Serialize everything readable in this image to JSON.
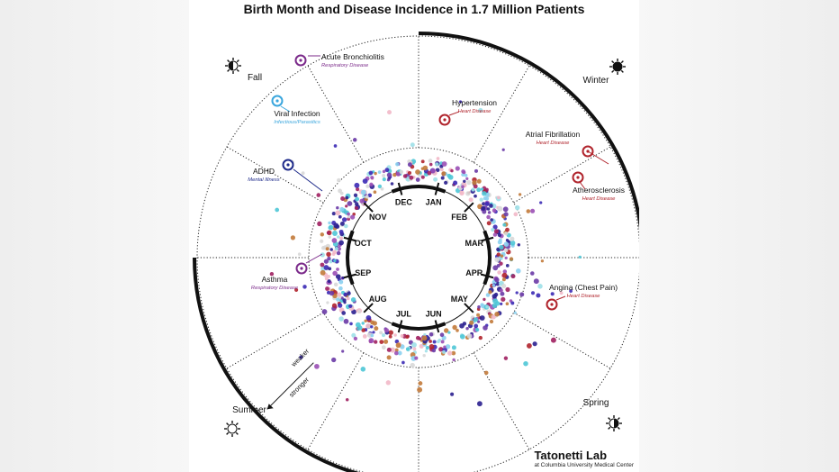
{
  "title": "Birth Month and Disease Incidence in 1.7 Million Patients",
  "months": [
    "JAN",
    "FEB",
    "MAR",
    "APR",
    "MAY",
    "JUN",
    "JUL",
    "AUG",
    "SEP",
    "OCT",
    "NOV",
    "DEC"
  ],
  "seasons": {
    "winter": "Winter",
    "spring": "Spring",
    "summer": "Summer",
    "fall": "Fall"
  },
  "scale": {
    "stronger": "stronger",
    "weaker": "weaker"
  },
  "diseases": [
    {
      "name": "Acute Bronchiolitis",
      "category": "Respiratory Disease",
      "color": "#7b2a8a"
    },
    {
      "name": "Viral Infection",
      "category": "Infectious/Parasitics",
      "color": "#3aa6dd"
    },
    {
      "name": "ADHD",
      "category": "Mental Illness",
      "color": "#1e2a8a"
    },
    {
      "name": "Asthma",
      "category": "Respiratory Disease",
      "color": "#7b2a8a"
    },
    {
      "name": "Hypertension",
      "category": "Heart Disease",
      "color": "#b0242c"
    },
    {
      "name": "Atrial Fibrillation",
      "category": "Heart Disease",
      "color": "#b0242c"
    },
    {
      "name": "Atherosclerosis",
      "category": "Heart Disease",
      "color": "#b0242c"
    },
    {
      "name": "Angina (Chest Pain)",
      "category": "Heart Disease",
      "color": "#b0242c"
    }
  ],
  "credit": {
    "name": "Tatonetti Lab",
    "sub": "at Columbia University Medical Center"
  }
}
